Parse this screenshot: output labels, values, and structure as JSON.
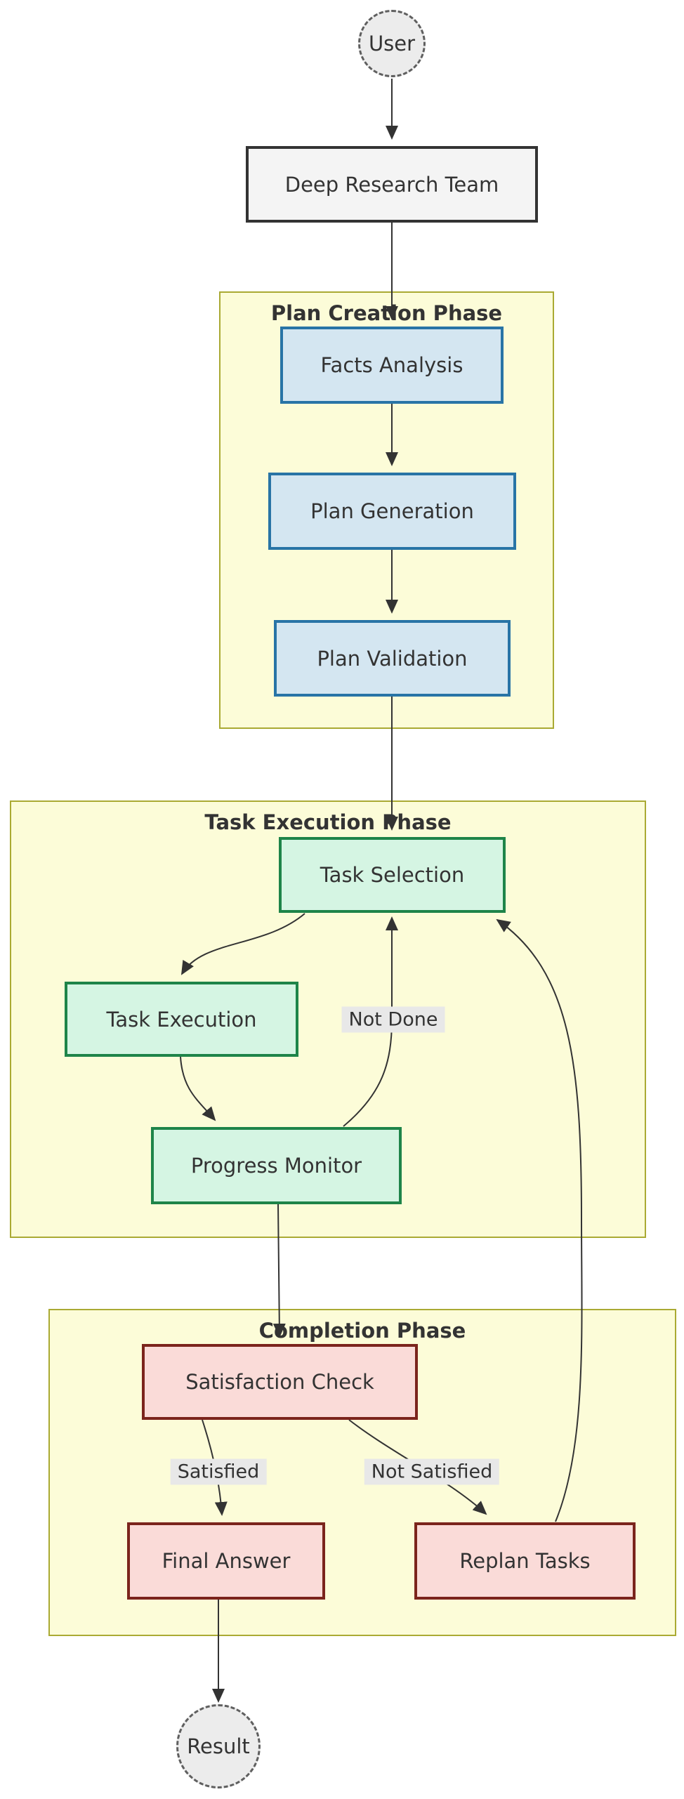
{
  "diagram": {
    "type": "flowchart-top-down",
    "nodes": {
      "user": {
        "label": "User",
        "shape": "dashed-circle"
      },
      "team": {
        "label": "Deep Research Team",
        "shape": "rectangle"
      },
      "facts_analysis": {
        "label": "Facts Analysis",
        "shape": "rectangle",
        "cluster": "Plan Creation Phase"
      },
      "plan_generation": {
        "label": "Plan Generation",
        "shape": "rectangle",
        "cluster": "Plan Creation Phase"
      },
      "plan_validation": {
        "label": "Plan Validation",
        "shape": "rectangle",
        "cluster": "Plan Creation Phase"
      },
      "task_selection": {
        "label": "Task Selection",
        "shape": "rectangle",
        "cluster": "Task Execution Phase"
      },
      "task_execution": {
        "label": "Task Execution",
        "shape": "rectangle",
        "cluster": "Task Execution Phase"
      },
      "progress_monitor": {
        "label": "Progress Monitor",
        "shape": "rectangle",
        "cluster": "Task Execution Phase"
      },
      "satisfaction_check": {
        "label": "Satisfaction Check",
        "shape": "rectangle",
        "cluster": "Completion Phase"
      },
      "final_answer": {
        "label": "Final Answer",
        "shape": "rectangle",
        "cluster": "Completion Phase"
      },
      "replan_tasks": {
        "label": "Replan Tasks",
        "shape": "rectangle",
        "cluster": "Completion Phase"
      },
      "result": {
        "label": "Result",
        "shape": "dashed-circle"
      }
    },
    "clusters": {
      "plan_creation": {
        "title": "Plan Creation Phase"
      },
      "task_execution": {
        "title": "Task Execution Phase"
      },
      "completion": {
        "title": "Completion Phase"
      }
    },
    "edge_labels": {
      "not_done": "Not Done",
      "satisfied": "Satisfied",
      "not_satisfied": "Not Satisfied"
    },
    "edges": [
      {
        "from": "User",
        "to": "Deep Research Team",
        "label": ""
      },
      {
        "from": "Deep Research Team",
        "to": "Facts Analysis",
        "label": ""
      },
      {
        "from": "Facts Analysis",
        "to": "Plan Generation",
        "label": ""
      },
      {
        "from": "Plan Generation",
        "to": "Plan Validation",
        "label": ""
      },
      {
        "from": "Plan Validation",
        "to": "Task Selection",
        "label": ""
      },
      {
        "from": "Task Selection",
        "to": "Task Execution",
        "label": ""
      },
      {
        "from": "Task Execution",
        "to": "Progress Monitor",
        "label": ""
      },
      {
        "from": "Progress Monitor",
        "to": "Task Selection",
        "label": "Not Done"
      },
      {
        "from": "Progress Monitor",
        "to": "Satisfaction Check",
        "label": ""
      },
      {
        "from": "Satisfaction Check",
        "to": "Final Answer",
        "label": "Satisfied"
      },
      {
        "from": "Satisfaction Check",
        "to": "Replan Tasks",
        "label": "Not Satisfied"
      },
      {
        "from": "Replan Tasks",
        "to": "Task Selection",
        "label": ""
      },
      {
        "from": "Final Answer",
        "to": "Result",
        "label": ""
      }
    ],
    "colors": {
      "background": "#ffffff",
      "cluster_fill": "#fcfcd8",
      "cluster_border": "#aaaa33",
      "planning_fill": "#d4e6f1",
      "planning_border": "#2874a6",
      "execution_fill": "#d5f5e3",
      "execution_border": "#1e8449",
      "completion_fill": "#fadbd8",
      "completion_border": "#7b241c",
      "terminal_fill": "#ececec",
      "terminal_border": "#5f5f5f",
      "team_fill": "#f4f4f4",
      "team_border": "#333333",
      "edge_stroke": "#333333",
      "edge_label_bg": "#e8e8e8",
      "text": "#333333"
    }
  }
}
